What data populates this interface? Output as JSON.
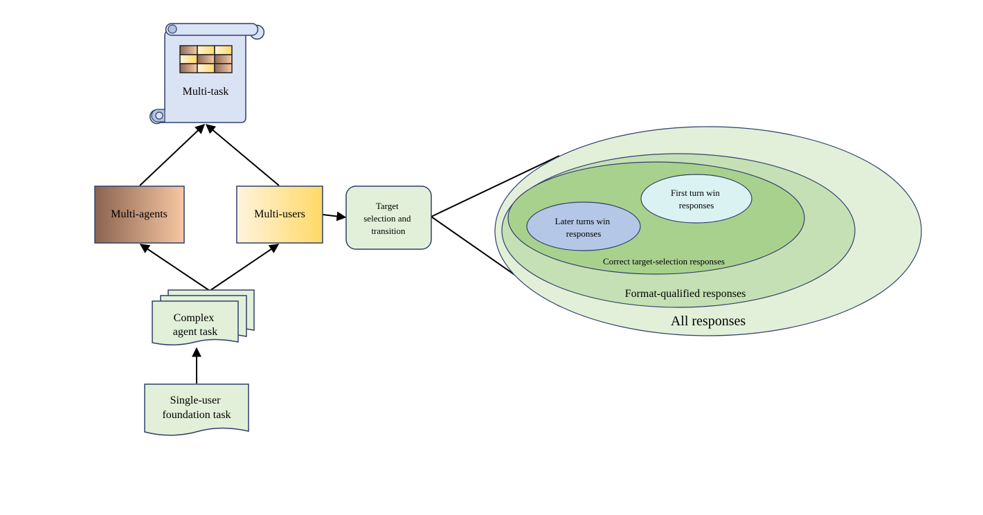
{
  "nodes": {
    "multi_task": "Multi-task",
    "multi_agents": "Multi-agents",
    "multi_users": "Multi-users",
    "target_selection": [
      "Target",
      "selection and",
      "transition"
    ],
    "complex_task": [
      "Complex",
      "agent task"
    ],
    "single_user": [
      "Single-user",
      "foundation task"
    ]
  },
  "venn": {
    "all": "All responses",
    "format": "Format-qualified responses",
    "correct": "Correct target-selection responses",
    "first_turn": [
      "First turn win",
      "responses"
    ],
    "later_turns": [
      "Later turns win",
      "responses"
    ]
  },
  "colors": {
    "multi_task_fill": "#dae3f3",
    "border_blue": "#2f3f6b",
    "multi_agents_from": "#8a6450",
    "multi_agents_to": "#f8c7a3",
    "multi_users_from": "#fff3de",
    "multi_users_to": "#ffd966",
    "pale_green": "#e2f0d9",
    "format_green": "#c5e0b4",
    "correct_green": "#a9d18e",
    "first_turn_fill": "#daf2f2",
    "later_turns_fill": "#b4c7e7"
  }
}
